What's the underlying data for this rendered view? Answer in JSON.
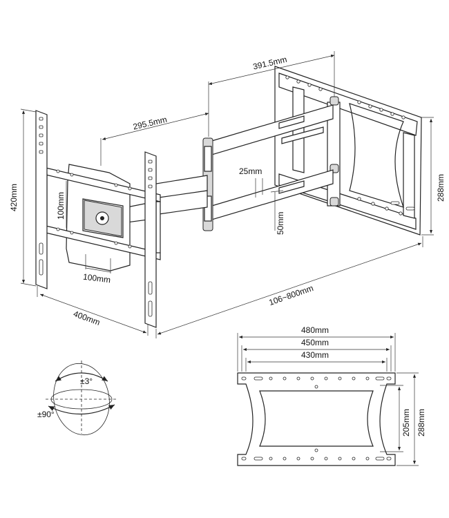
{
  "dimensions": {
    "arm_length": "391.5mm",
    "arm_depth": "295.5mm",
    "height": "420mm",
    "width": "400mm",
    "extension": "106~800mm",
    "vesa_h": "100mm",
    "vesa_v": "100mm",
    "arm_spacing": "25mm",
    "arm_height": "50mm",
    "wall_plate_height": "288mm"
  },
  "wall_plate_detail": {
    "width_outer": "480mm",
    "width_mid": "450mm",
    "width_inner": "430mm",
    "inner_height": "205mm",
    "outer_height": "288mm"
  },
  "rotation": {
    "tilt": "±3°",
    "swivel": "±90°"
  }
}
